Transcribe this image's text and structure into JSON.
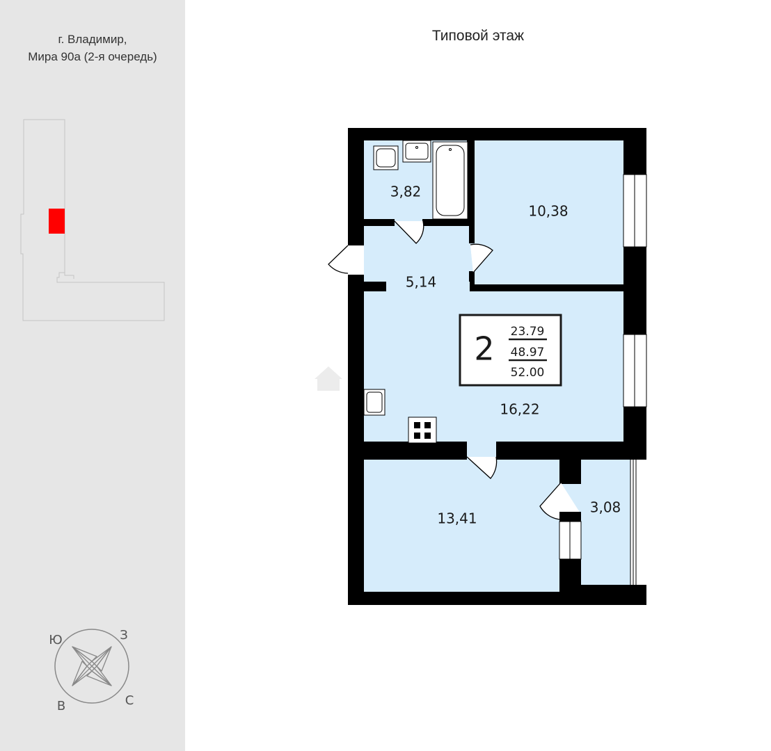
{
  "address": {
    "line1": "г. Владимир,",
    "line2": "Мира 90а (2-я очередь)"
  },
  "floor_title": "Типовой этаж",
  "apartment": {
    "rooms_count": "2",
    "living_area": "23.79",
    "total_area": "48.97",
    "total_with_balcony": "52.00"
  },
  "rooms": {
    "bathroom": "3,82",
    "bedroom_top": "10,38",
    "hallway": "5,14",
    "kitchen_living": "16,22",
    "bedroom_bottom": "13,41",
    "balcony": "3,08"
  },
  "compass": {
    "west": "З",
    "south": "Ю",
    "east": "В",
    "north": "С"
  },
  "colors": {
    "room_fill": "#d6ecfb",
    "wall": "#000000",
    "highlight": "#ff0000",
    "sidebar_bg": "#e6e6e6"
  }
}
